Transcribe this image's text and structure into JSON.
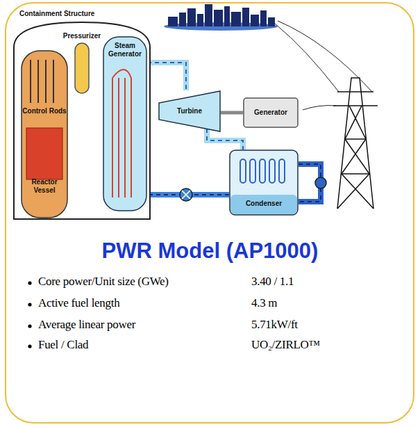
{
  "diagram": {
    "title": "PWR Model (AP1000)",
    "nodes": [
      {
        "text": [
          "Containment Structure"
        ]
      },
      {
        "text": [
          "Pressurizer"
        ],
        "in": 0
      },
      {
        "text": [
          "Steam Generator"
        ],
        "in": 0
      },
      {
        "text": [
          "Control Rods",
          "Reactor Vessel"
        ],
        "in": 0
      },
      {
        "text": [
          "Turbine"
        ]
      },
      {
        "text": [
          "Generator"
        ]
      },
      {
        "text": [
          "Condenser"
        ]
      }
    ],
    "edges": [
      {
        "from": 3,
        "to": 2,
        "arrow": "none"
      },
      {
        "from": 2,
        "to": 3,
        "arrow": "none"
      },
      {
        "from": 2,
        "to": 4,
        "arrow": "none"
      },
      {
        "from": 4,
        "to": 5,
        "arrow": "none"
      },
      {
        "from": 4,
        "to": 6,
        "arrow": "none"
      },
      {
        "from": 6,
        "to": 2,
        "arrow": "none"
      }
    ],
    "labels": [
      "Core power/Unit size (GWe)",
      "3.40 / 1.1",
      "Active fuel length",
      "4.3 m",
      "Average linear power",
      "5.71kW/ft",
      "Fuel / Clad",
      "UO₂/ZIRLO™"
    ]
  }
}
